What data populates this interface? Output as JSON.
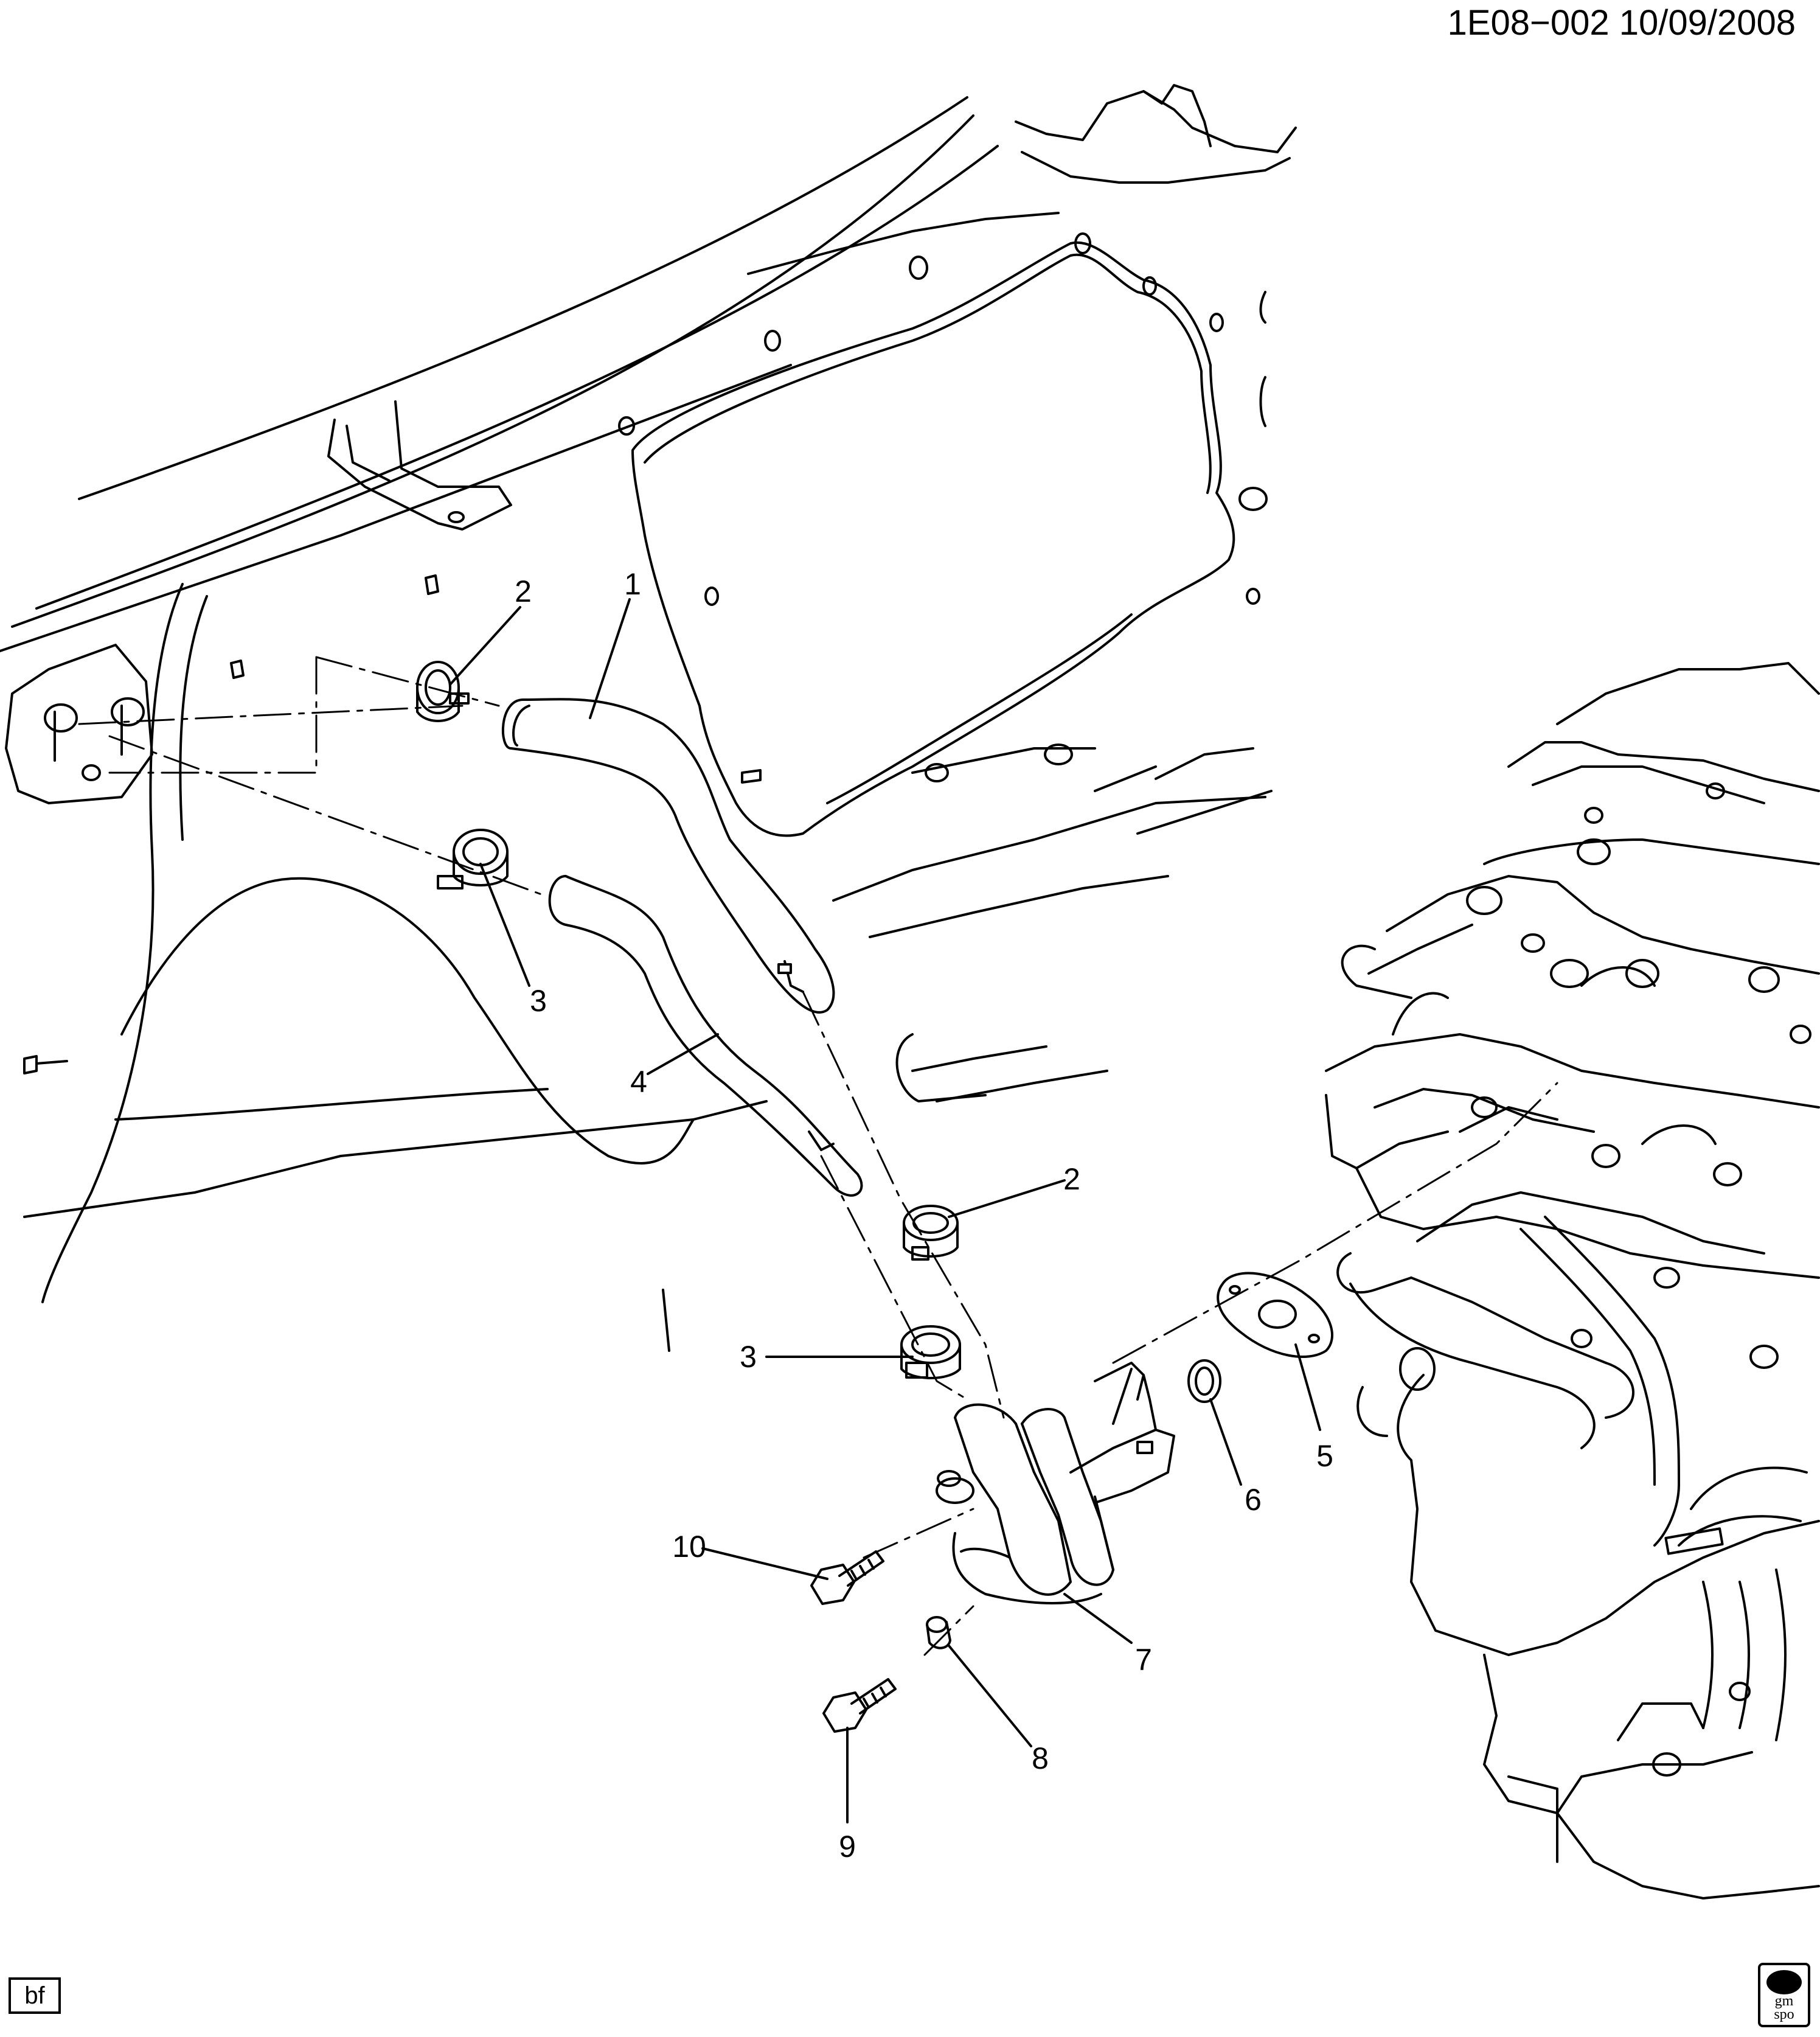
{
  "header": {
    "code": "1E08−002  10/09/2008"
  },
  "footer": {
    "tag": "bf",
    "logo_line1": "gm",
    "logo_line2": "spo"
  },
  "callouts": [
    {
      "id": "c1",
      "label": "1"
    },
    {
      "id": "c2a",
      "label": "2"
    },
    {
      "id": "c3a",
      "label": "3"
    },
    {
      "id": "c4",
      "label": "4"
    },
    {
      "id": "c2b",
      "label": "2"
    },
    {
      "id": "c3b",
      "label": "3"
    },
    {
      "id": "c10",
      "label": "10"
    },
    {
      "id": "c7",
      "label": "7"
    },
    {
      "id": "c6",
      "label": "6"
    },
    {
      "id": "c5",
      "label": "5"
    },
    {
      "id": "c8",
      "label": "8"
    },
    {
      "id": "c9",
      "label": "9"
    }
  ]
}
